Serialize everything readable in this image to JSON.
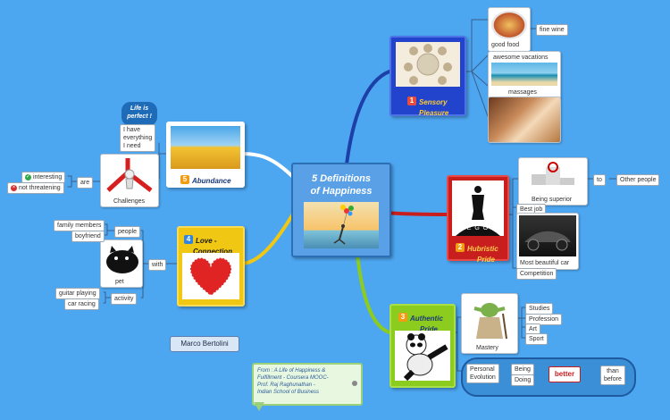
{
  "central": {
    "title_line1": "5 Definitions",
    "title_line2": "of Happiness"
  },
  "topics": {
    "sensory": {
      "num": "1",
      "line1": "Sensory",
      "line2": "Pleasure"
    },
    "hubristic": {
      "num": "2",
      "line1": "Hubristic",
      "line2": "Pride",
      "ego": "E G O"
    },
    "authentic": {
      "num": "3",
      "line1": "Authentic",
      "line2": "Pride"
    },
    "love": {
      "num": "4",
      "line1": "Love -",
      "line2": "Connection"
    },
    "abundance": {
      "num": "5",
      "line1": "Abundance"
    }
  },
  "sensory": {
    "good_food": "good food",
    "fine_wine": "fine wine",
    "vacations": "awesome vacations",
    "massages": "massages"
  },
  "hubristic": {
    "superior": "Being superior",
    "to": "to",
    "other_people": "Other people",
    "best_job": "Best job",
    "car": "Most beautiful car",
    "competition": "Competition"
  },
  "authentic": {
    "mastery": "Mastery",
    "items": [
      "Studies",
      "Profession",
      "Art",
      "Sport"
    ],
    "personal": "Personal",
    "evolution": "Evolution",
    "being": "Being",
    "doing": "Doing",
    "better": "better",
    "than": "than",
    "before": "before"
  },
  "love": {
    "with": "with",
    "pet": "pet",
    "people": "people",
    "family": "family members",
    "boyfriend": "boyfriend",
    "activity": "activity",
    "guitar": "guitar playing",
    "car_racing": "car racing"
  },
  "abundance": {
    "challenges": "Challenges",
    "are": "are",
    "interesting": "interesting",
    "not_threatening": "not threatening",
    "callout_line1": "Life is",
    "callout_line2": "perfect !",
    "have_line1": "I have",
    "have_line2": "everything",
    "have_line3": "I need"
  },
  "author": "Marco Bertolini",
  "source": {
    "line1": "From : A Life of Happiness &",
    "line2": "Fulfillment - Coursera MOOC-",
    "line3": "Prof. Raj Raghunathan -",
    "line4": "Indian School of Business"
  },
  "colors": {
    "background": "#4da6f0",
    "sensory": "#2244cc",
    "hubristic": "#c81e1e",
    "authentic": "#8ccc1e",
    "love": "#f0c814",
    "abundance": "#ffffff",
    "central": "#5aa0e6"
  }
}
